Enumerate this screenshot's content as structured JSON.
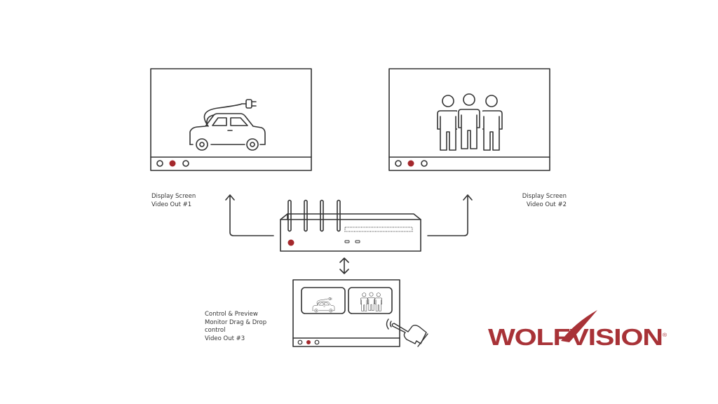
{
  "labels": {
    "screen1": {
      "line1": "Display Screen",
      "line2": "Video Out #1"
    },
    "screen2": {
      "line1": "Display Screen",
      "line2": "Video Out #2"
    },
    "control": {
      "line1": "Control & Preview",
      "line2": "Monitor Drag & Drop",
      "line3": "control",
      "line4": "Video Out #3"
    }
  },
  "logo": {
    "text": "WOLFVISION",
    "registered": "®"
  },
  "icons": [
    "electric-car-icon",
    "people-group-icon",
    "touch-hand-icon",
    "arrow-up-icon",
    "double-arrow-icon"
  ],
  "colors": {
    "line": "#333333",
    "accent": "#a4282c",
    "logo": "#a83237"
  }
}
